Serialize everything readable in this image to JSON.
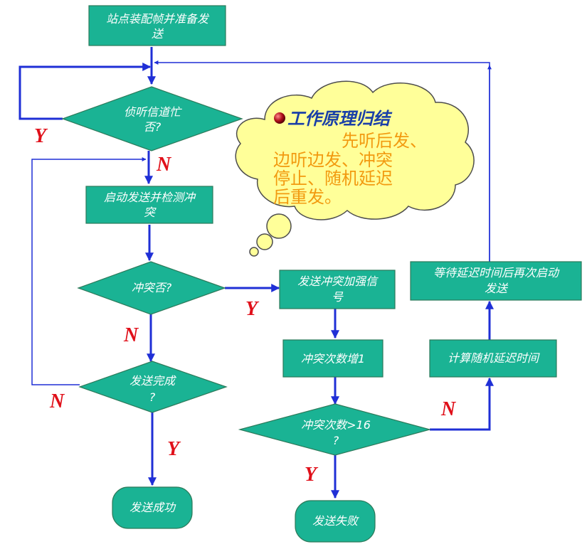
{
  "nodes": {
    "start": [
      "站点装配帧并准备发",
      "送"
    ],
    "listen": [
      "侦听信道忙",
      "否?"
    ],
    "start_detect": [
      "启动发送并检测冲",
      "突"
    ],
    "collision": [
      "冲突否?"
    ],
    "done": [
      "发送完成",
      "?"
    ],
    "success": [
      "发送成功"
    ],
    "jam": [
      "发送冲突加强信",
      "号"
    ],
    "count_inc": [
      "冲突次数增1"
    ],
    "count_check": [
      "冲突次数>16",
      "?"
    ],
    "fail": [
      "发送失败"
    ],
    "backoff": [
      "计算随机延迟时间"
    ],
    "wait": [
      "等待延迟时间后再次启动",
      "发送"
    ]
  },
  "edge_labels": {
    "listen_yes": "Y",
    "listen_no": "N",
    "collision_yes": "Y",
    "collision_no": "N",
    "done_no": "N",
    "done_yes": "Y",
    "count_yes": "Y",
    "count_no": "N"
  },
  "callout": {
    "title": "工作原理归结",
    "lines": [
      "先听后发、",
      "边听边发、冲突",
      "停止、随机延迟",
      "后重发。"
    ]
  },
  "colors": {
    "node": "#1ab394",
    "arrow": "#1f2fd6",
    "yn": "#e0101a",
    "cloud": "#ffff99",
    "cloud_title": "#1a3fa8",
    "cloud_text": "#f29a10"
  }
}
